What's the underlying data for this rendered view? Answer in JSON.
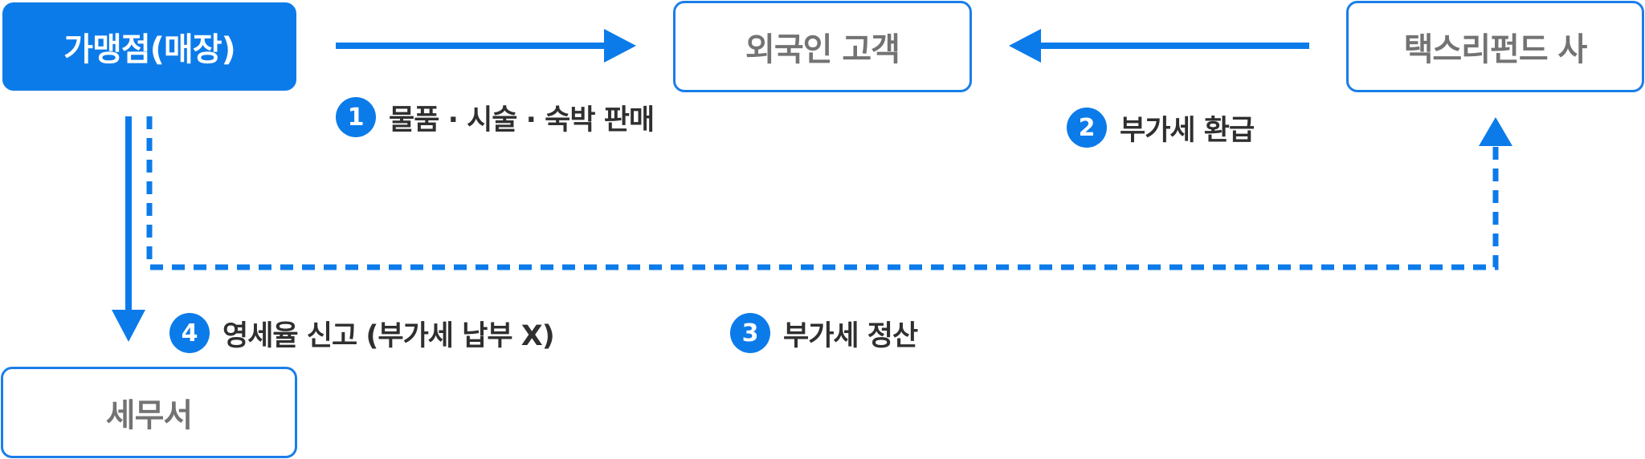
{
  "nodes": {
    "store": {
      "label": "가맹점(매장)"
    },
    "customer": {
      "label": "외국인 고객"
    },
    "taxrefund": {
      "label": "택스리펀드 사"
    },
    "taxoffice": {
      "label": "세무서"
    }
  },
  "steps": [
    {
      "number": "1",
      "label": "물품 · 시술 · 숙박 판매"
    },
    {
      "number": "2",
      "label": "부가세 환급"
    },
    {
      "number": "3",
      "label": "부가세 정산"
    },
    {
      "number": "4",
      "label": "영세율 신고 (부가세 납부 X)"
    }
  ],
  "colors": {
    "accent": "#0c7bea",
    "border": "#1a7ee8",
    "node_text": "#737373",
    "step_text": "#2f2f2f"
  }
}
